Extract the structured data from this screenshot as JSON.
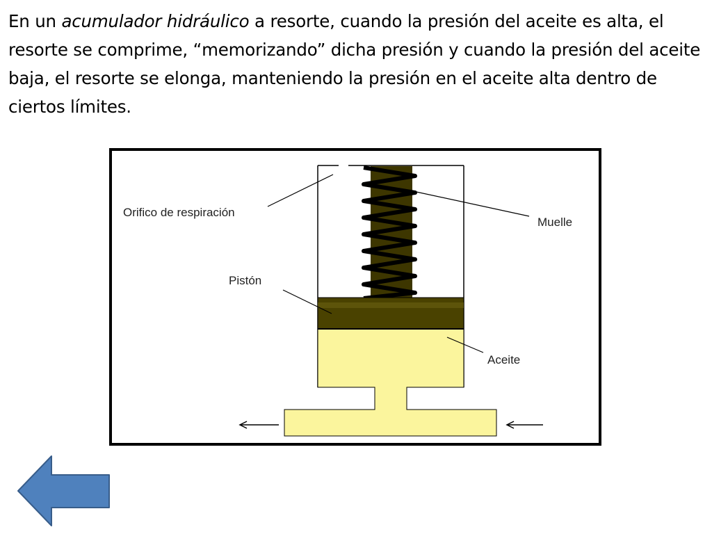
{
  "paragraph": {
    "part1": "En un ",
    "emphasis": "acumulador hidráulico",
    "part2": " a resorte, cuando la presión del aceite es alta, el resorte se comprime, “memorizando” dicha presión y cuando la presión del aceite baja, el resorte se elonga, manteniendo la presión en el aceite alta dentro de ciertos límites."
  },
  "diagram": {
    "labels": {
      "orifice": "Orifico de respiración",
      "spring": "Muelle",
      "piston": "Pistón",
      "oil": "Aceite"
    },
    "colors": {
      "oil": "#fbf59d",
      "piston": "#4a4200",
      "spring_fill": "#3d3600",
      "spring_coil": "#000000"
    }
  },
  "navigation": {
    "back_icon": "left-arrow-icon",
    "color": "#4f81bd"
  }
}
